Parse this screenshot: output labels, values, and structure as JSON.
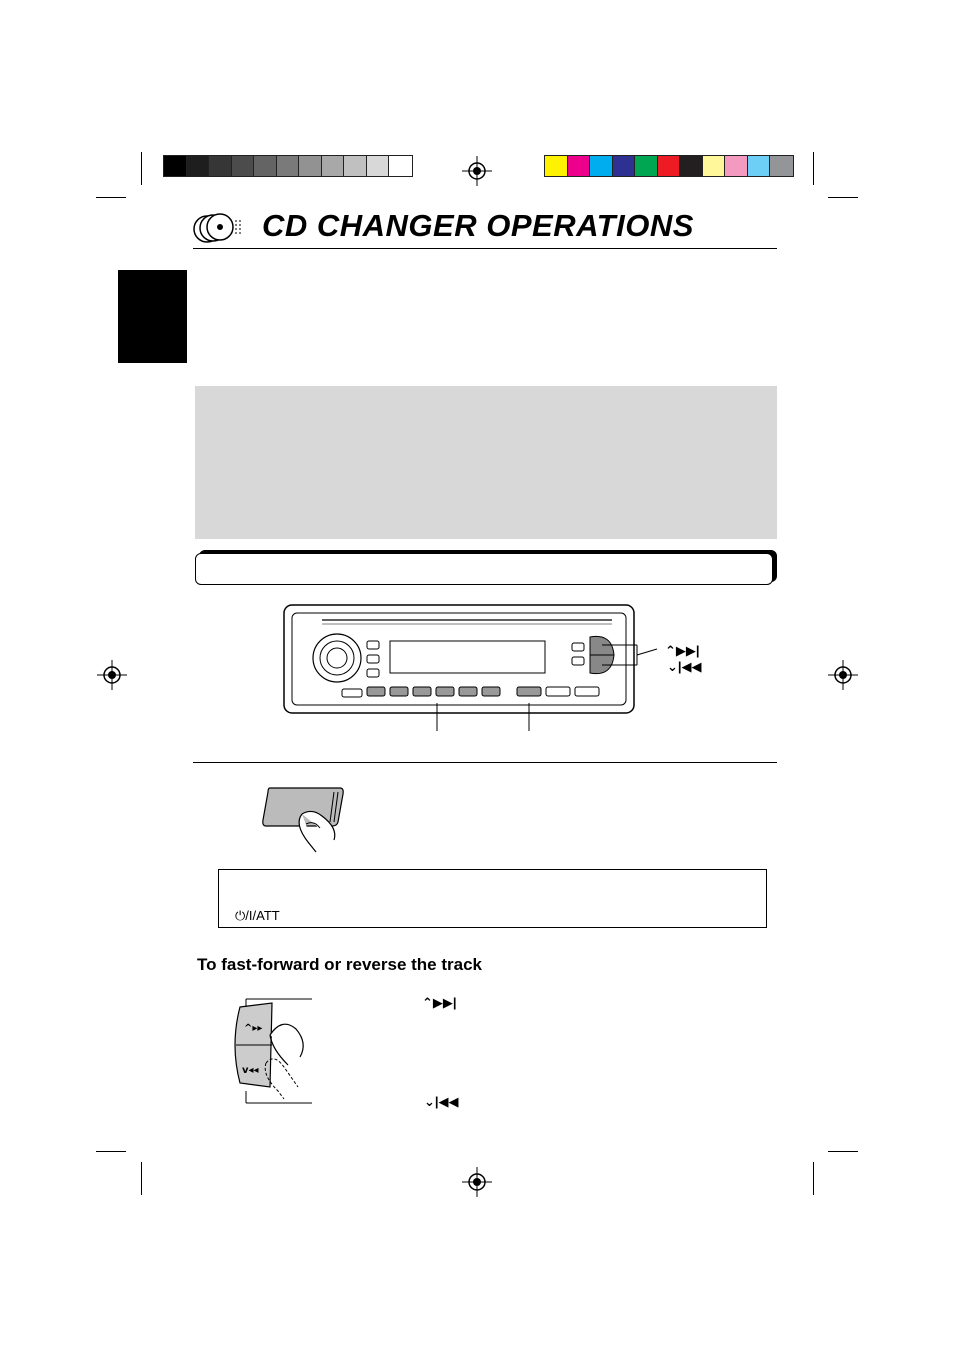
{
  "colors": {
    "gray_bar": [
      "#000000",
      "#1e1e1e",
      "#363636",
      "#4c4c4c",
      "#646464",
      "#7a7a7a",
      "#929292",
      "#a8a8a8",
      "#c0c0c0",
      "#d8d8d8",
      "#ffffff"
    ],
    "color_bar": [
      "#fff200",
      "#ec008c",
      "#00aeef",
      "#2e3192",
      "#00a651",
      "#ed1c24",
      "#231f20",
      "#fff799",
      "#f49ac1",
      "#6dcff6",
      "#939598"
    ],
    "panel_gray": "#d8d8d8"
  },
  "page": {
    "title": "CD CHANGER OPERATIONS",
    "note": {
      "button_label": "⏻/I/ATT"
    },
    "fast_forward_section": {
      "heading": "To fast-forward or reverse the track",
      "up_button_symbol": "⌃▶▶|",
      "down_button_symbol": "⌄|◀◀"
    },
    "device_panel": {
      "up_label": "⌃▶▶|",
      "down_label": "⌄|◀◀"
    }
  }
}
